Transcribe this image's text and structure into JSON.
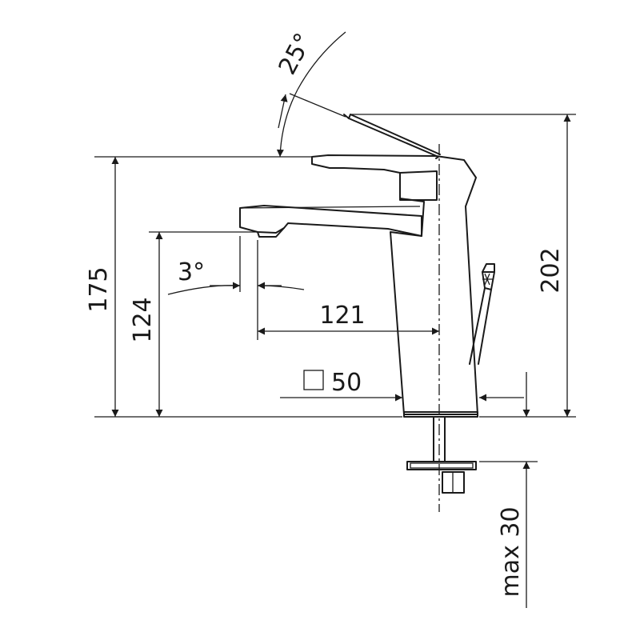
{
  "drawing": {
    "stroke_color": "#1a1a1a",
    "background": "#ffffff",
    "dimensions": {
      "angle_lever": "25°",
      "angle_spout": "3°",
      "height_total": "175",
      "height_spout": "124",
      "reach": "121",
      "base_size": "50",
      "height_lever_open": "202",
      "max_thickness": "max 30"
    },
    "icons": {
      "square_symbol": "square-size-icon"
    }
  }
}
